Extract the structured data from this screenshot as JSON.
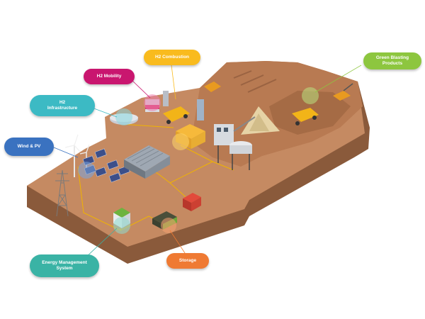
{
  "labels": {
    "h2_combustion": "H2 Combustion",
    "h2_mobility": "H2 Mobility",
    "h2_infrastructure": "H2\nInfrastructure",
    "wind_pv": "Wind & PV",
    "green_blasting": "Green Blasting Products",
    "energy_management": "Energy Management System",
    "storage": "Storage"
  },
  "colors": {
    "h2_combustion": "#f9bb1e",
    "h2_mobility": "#c9166f",
    "h2_infrastructure": "#3cbac4",
    "wind_pv": "#3a72c0",
    "green_blasting": "#8dc63f",
    "energy_management": "#3ab3a5",
    "storage": "#ef7a33",
    "ground_top": "#c58a62",
    "ground_side": "#8a5a3b"
  },
  "icons": [
    "wind-turbine-icon",
    "solar-panel-icon",
    "power-pylon-icon",
    "haul-truck-icon",
    "excavator-icon",
    "h2-tank-icon",
    "processing-plant-icon",
    "battery-icon",
    "generator-icon",
    "control-house-icon",
    "warehouse-icon"
  ]
}
